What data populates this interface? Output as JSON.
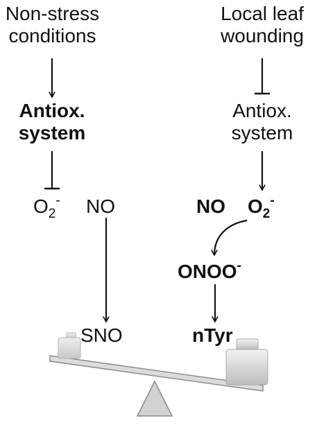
{
  "left": {
    "condition": [
      "Non-stress",
      "conditions"
    ],
    "antiox": [
      "Antiox.",
      "system"
    ],
    "o2": {
      "base": "O",
      "sub": "2",
      "sup": "-"
    },
    "no": "NO",
    "product": "SNO"
  },
  "right": {
    "condition": [
      "Local leaf",
      "wounding"
    ],
    "antiox": [
      "Antiox.",
      "system"
    ],
    "no": "NO",
    "o2": {
      "base": "O",
      "sub": "2",
      "sup": "-"
    },
    "onoo": {
      "base": "ONOO",
      "sup": "-"
    },
    "product": "nTyr"
  },
  "colors": {
    "ink": "#111111",
    "weight": "#d6d6d6",
    "beam": "#dcdcdc",
    "fulcrum": "#d2d2d2"
  }
}
